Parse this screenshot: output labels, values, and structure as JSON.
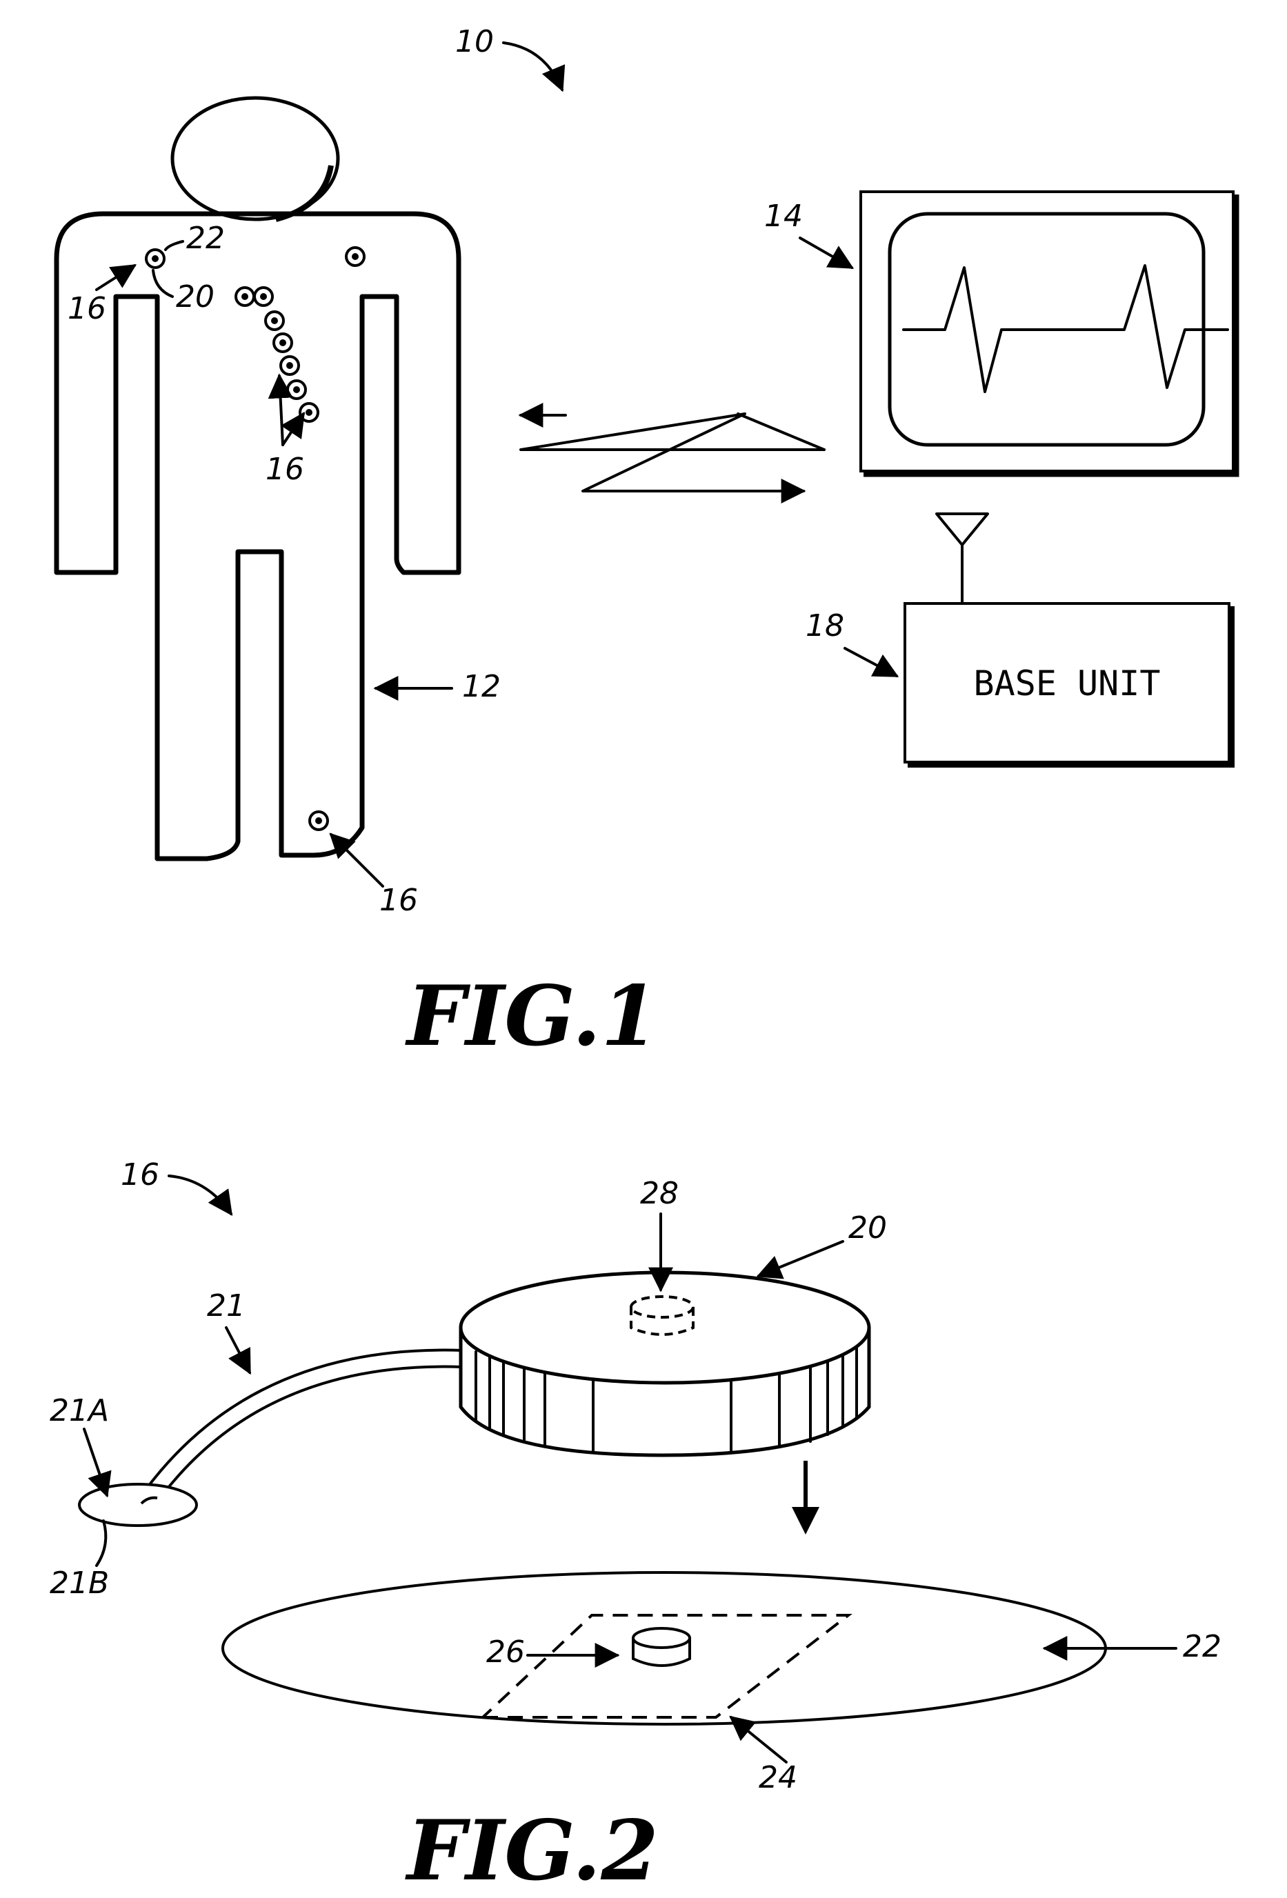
{
  "fig1": {
    "title": "FIG.1",
    "labels": {
      "system": "10",
      "body": "12",
      "monitor": "14",
      "sensor_shoulder": "16",
      "sensor_chest": "16",
      "sensor_leg": "16",
      "base_unit_ref": "18",
      "electrode": "20",
      "patch": "22"
    },
    "base_unit_text": "BASE UNIT"
  },
  "fig2": {
    "title": "FIG.2",
    "labels": {
      "sensor": "16",
      "lead": "21",
      "lead_end_a": "21A",
      "lead_end_b": "21B",
      "housing": "20",
      "connector": "28",
      "patch": "22",
      "area": "24",
      "contact": "26"
    }
  }
}
